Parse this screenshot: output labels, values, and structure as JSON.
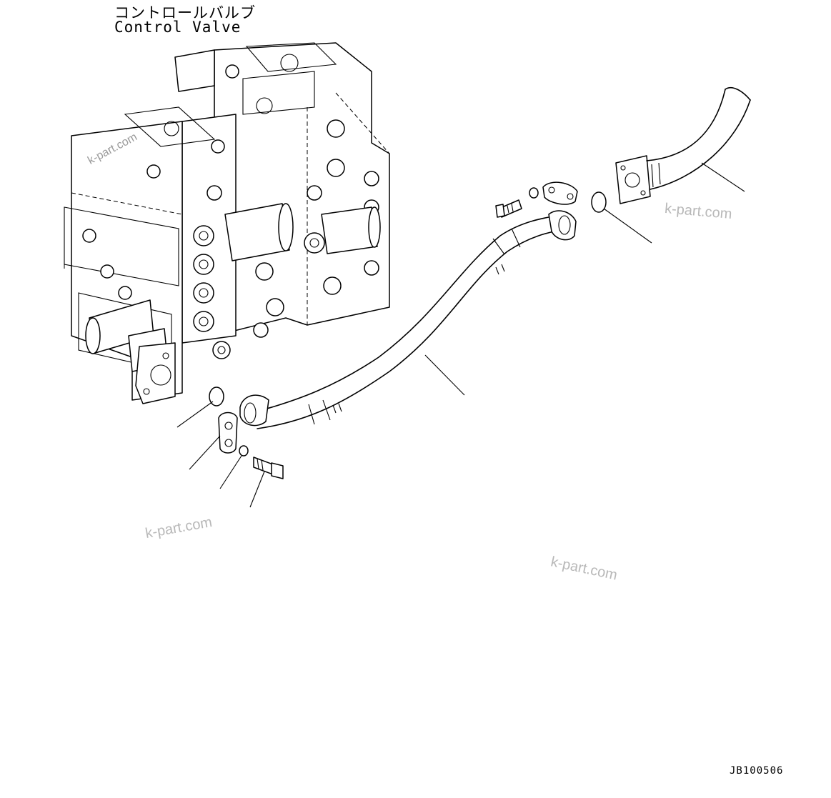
{
  "labels": {
    "component_jp": "コントロールバルブ",
    "component_en": "Control Valve",
    "drawing_code": "JB100506"
  },
  "watermarks": [
    "k-part.com",
    "k-part.com",
    "k-part.com",
    "k-part.com"
  ]
}
